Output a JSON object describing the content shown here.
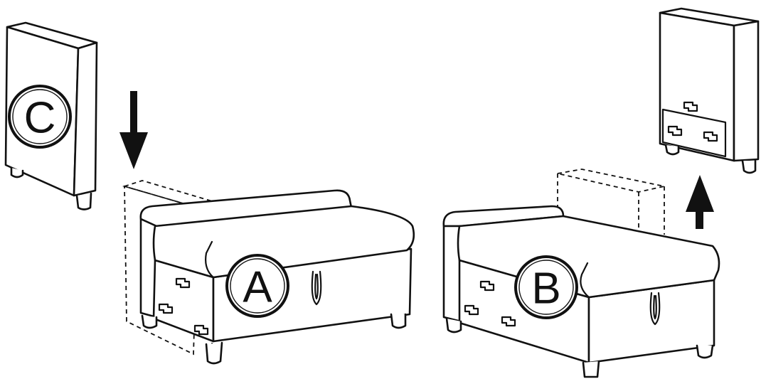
{
  "labels": {
    "module_a": "A",
    "module_b": "B",
    "module_c": "C"
  },
  "arrows": {
    "down": "arrow-down-icon",
    "up": "arrow-up-icon"
  },
  "colors": {
    "stroke": "#111111",
    "fill": "#ffffff"
  }
}
